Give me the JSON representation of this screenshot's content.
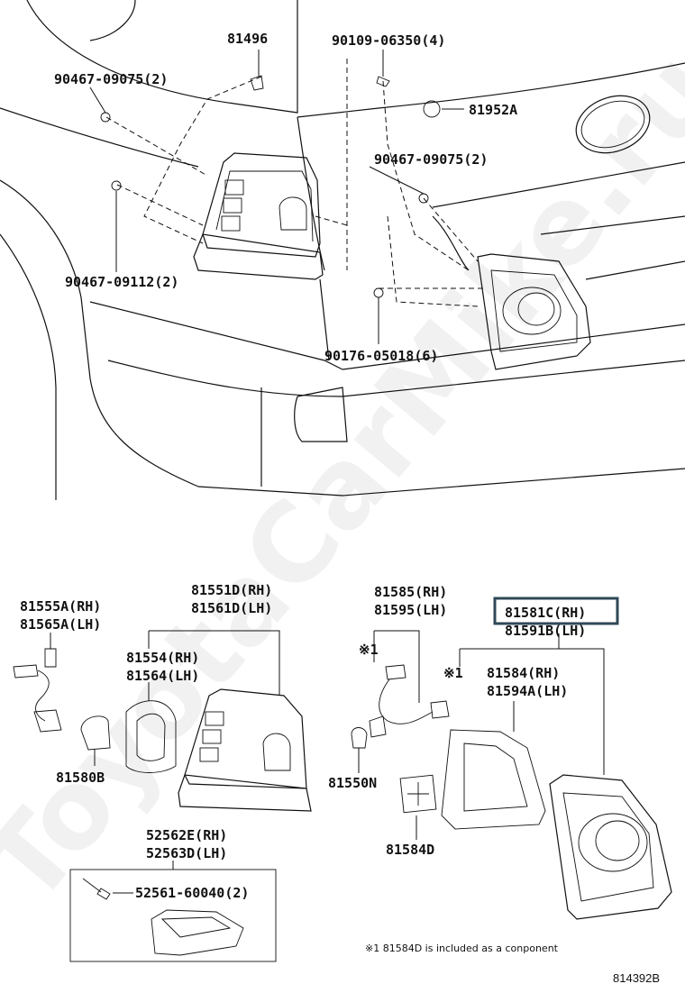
{
  "watermark": "ToyotaCarMike.ru",
  "figure_id": "814392B",
  "footnote": "※1 81584D is included as a conponent",
  "labels": {
    "p81496": "81496",
    "p90109": "90109-06350(4)",
    "p90467_a": "90467-09075(2)",
    "p81952a": "81952A",
    "p90467_b": "90467-09075(2)",
    "p90467_09112": "90467-09112(2)",
    "p90176": "90176-05018(6)",
    "p81555a": "81555A(RH)",
    "p81565a": "81565A(LH)",
    "p81551d": "81551D(RH)",
    "p81561d": "81561D(LH)",
    "p81554": "81554(RH)",
    "p81564": "81564(LH)",
    "p81580b": "81580B",
    "p81585": "81585(RH)",
    "p81595": "81595(LH)",
    "p81581c": "81581C(RH)",
    "p81591b": "81591B(LH)",
    "p81584": "81584(RH)",
    "p81594a": "81594A(LH)",
    "mark1_a": "※1",
    "mark1_b": "※1",
    "p81550n": "81550N",
    "p81584d": "81584D",
    "p52562e": "52562E(RH)",
    "p52563d": "52563D(LH)",
    "p52561": "52561-60040(2)"
  }
}
